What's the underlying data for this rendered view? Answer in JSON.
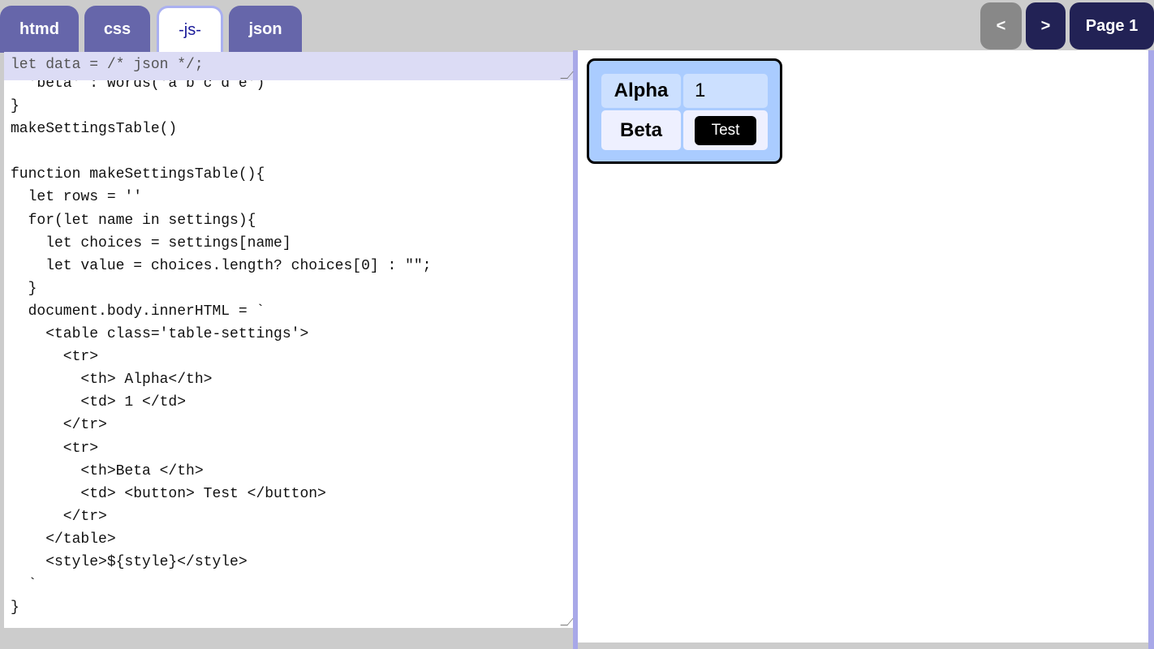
{
  "tabs": [
    {
      "label": "htmd"
    },
    {
      "label": "css"
    },
    {
      "label": "-js-"
    },
    {
      "label": "json"
    }
  ],
  "active_tab": "-js-",
  "nav": {
    "prev": "<",
    "next": ">",
    "page": "Page 1"
  },
  "editor": {
    "header_line": "let data = /* json */;",
    "lines": [
      "  'beta' : words('a b c d e')",
      "}",
      "makeSettingsTable()",
      "",
      "function makeSettingsTable(){",
      "  let rows = ''",
      "  for(let name in settings){",
      "    let choices = settings[name]",
      "    let value = choices.length? choices[0] : \"\";",
      "  }",
      "  document.body.innerHTML = `",
      "    <table class='table-settings'>",
      "      <tr>",
      "        <th> Alpha</th>",
      "        <td> 1 </td>",
      "      </tr>",
      "      <tr>",
      "        <th>Beta </th>",
      "        <td> <button> Test </button>",
      "      </tr>",
      "    </table>",
      "    <style>${style}</style>",
      "  `",
      "}"
    ]
  },
  "preview": {
    "rows": [
      {
        "name": "Alpha",
        "value": "1"
      },
      {
        "name": "Beta",
        "button": "Test"
      }
    ]
  },
  "colors": {
    "tab": "#6666aa",
    "nav_dark": "#222255",
    "nav_disabled": "#888888",
    "settings_bg": "#aaccff",
    "row1": "#cce0ff",
    "row2": "#eef0ff"
  }
}
